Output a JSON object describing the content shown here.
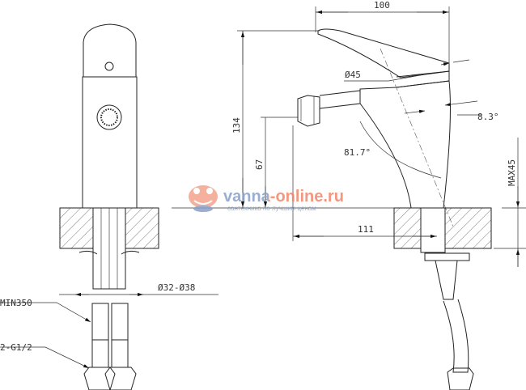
{
  "dimensions": {
    "width_top": "100",
    "spout_diameter": "Ø45",
    "lever_angle": "8.3°",
    "height_total": "134",
    "nozzle_height": "67",
    "nozzle_angle": "81.7°",
    "max_thickness": "MAX45",
    "reach": "111",
    "hole_diameter": "Ø32-Ø38",
    "hose_length": "MIN350",
    "connection": "2-G1/2"
  },
  "watermark": {
    "brand": "vanna-online.ru",
    "tagline": "сантехника по лучшим ценам",
    "colors": {
      "blue": "#8aa0c8",
      "orange": "#f0866a"
    }
  }
}
